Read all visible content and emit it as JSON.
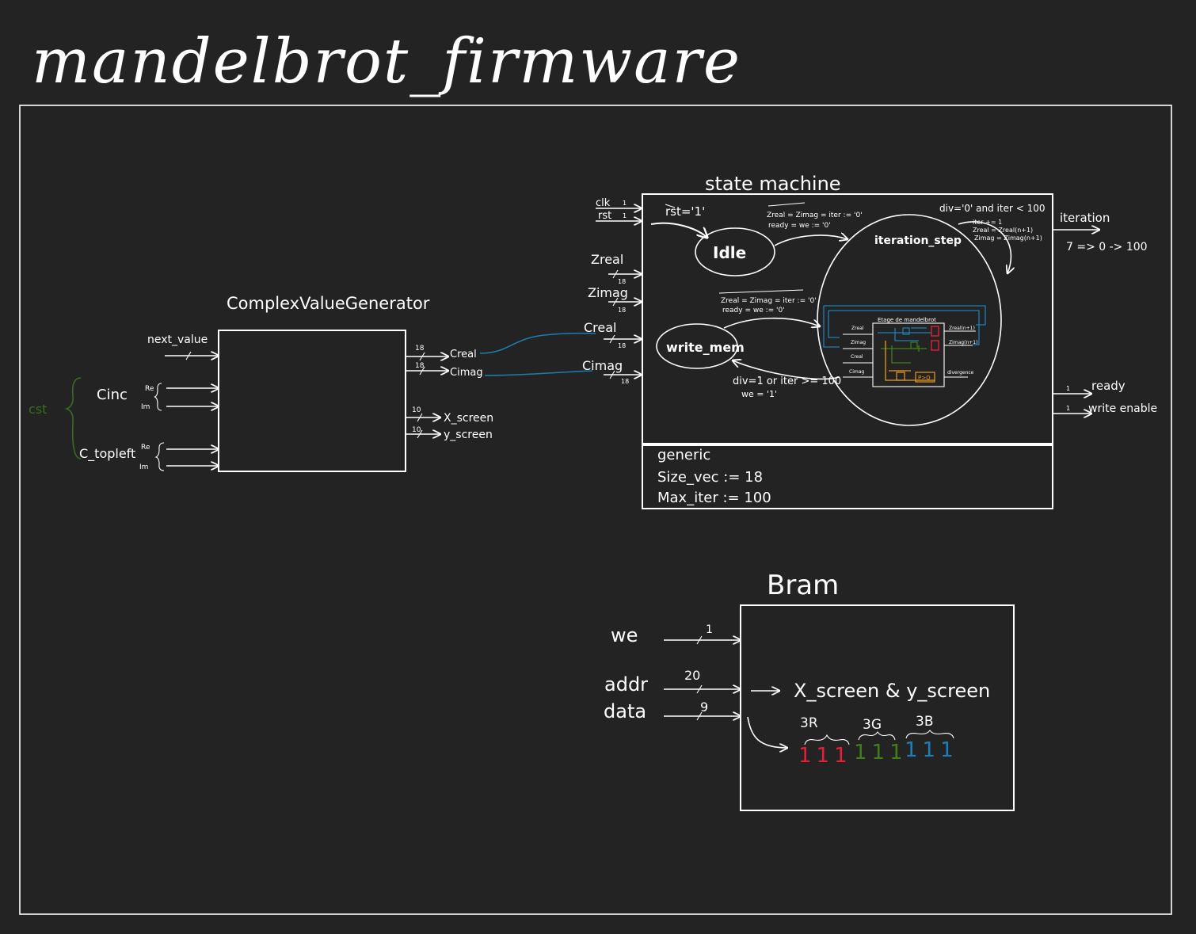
{
  "title": "mandelbrot_firmware",
  "colors": {
    "background": "#232323",
    "stroke": "#ffffff",
    "cst": "#3a6b1e",
    "wire_blue": "#1a7fa8",
    "red": "#e3203a",
    "green": "#3f7f1a",
    "blue": "#1e7fb8",
    "orange": "#e89a1a"
  },
  "generator": {
    "title": "ComplexValueGenerator",
    "inputs": {
      "next_value": "next_value",
      "cinc": "Cinc",
      "ctopleft": "C_topleft",
      "re": "Re",
      "im": "Im",
      "cst": "cst"
    },
    "outputs": {
      "creal": "Creal",
      "cimag": "Cimag",
      "x_screen": "X_screen",
      "y_screen": "y_screen",
      "w18": "18",
      "w10": "10"
    }
  },
  "state_machine": {
    "title": "state machine",
    "inputs": {
      "clk": "clk",
      "rst": "rst",
      "zreal": "Zreal",
      "zimag": "Zimag",
      "creal": "Creal",
      "cimag": "Cimag",
      "w1": "1",
      "w18": "18"
    },
    "reset_label": "rst='1'",
    "idle": "Idle",
    "write_mem": "write_mem",
    "iteration_step": "iteration_step",
    "t_idle_iter_1": "Zreal = Zimag = iter := '0'",
    "t_idle_iter_2": "ready = we := '0'",
    "t_wm_iter_1": "Zreal = Zimag = iter := '0'",
    "t_wm_iter_2": "ready = we := '0'",
    "t_iter_wm_1": "div=1 or iter >= 100",
    "t_iter_wm_2": "we = '1'",
    "t_self_cond": "div='0' and iter < 100",
    "t_self_1": "iter += 1",
    "t_self_2": "Zreal = Zreal(n+1)",
    "t_self_3": "Zimag = Zimag(n+1)",
    "inner": {
      "title": "Etage de mandelbrot",
      "zreal": "Zreal",
      "zimag": "Zimag",
      "creal": "Creal",
      "cimag": "Cimag",
      "out_zreal": "Zreal(n+1)",
      "out_zimag": "Zimag(n+1)",
      "divergence": "divergence",
      "cmp": "P>Q"
    },
    "outputs": {
      "iteration": "iteration",
      "iter_range": "7 => 0 -> 100",
      "ready": "ready",
      "write_enable": "write enable",
      "w1": "1"
    },
    "generic": {
      "title": "generic",
      "size_vec": "Size_vec := 18",
      "max_iter": "Max_iter := 100"
    }
  },
  "bram": {
    "title": "Bram",
    "we": "we",
    "addr": "addr",
    "data": "data",
    "we_width": "1",
    "addr_width": "20",
    "data_width": "9",
    "addr_desc": "X_screen & y_screen",
    "r_label": "3R",
    "g_label": "3G",
    "b_label": "3B",
    "r_bits": "111",
    "g_bits": "111",
    "b_bits": "111"
  }
}
